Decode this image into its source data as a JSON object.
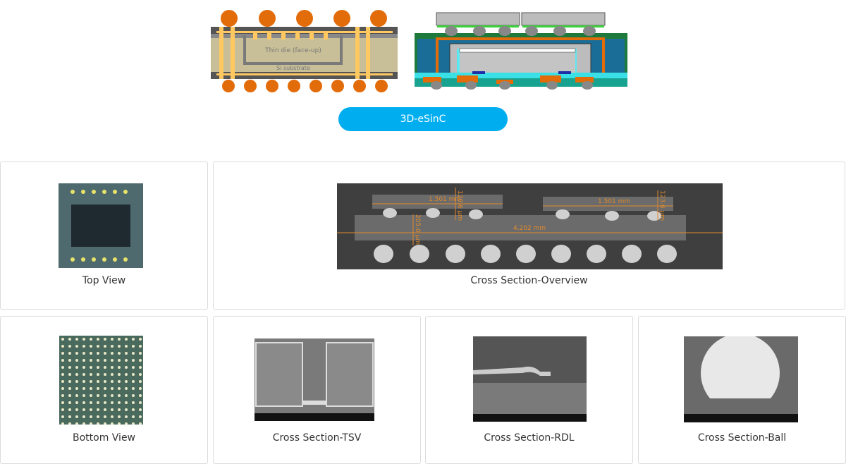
{
  "hero": {
    "diagram_left_labels": [
      "Thin die (face-up)",
      "Si substrate"
    ],
    "button_label": "3D-eSinC"
  },
  "gallery": [
    {
      "caption": "Top View"
    },
    {
      "caption": "Cross Section-Overview",
      "annotations": [
        "1.501 mm",
        "120.6 µm",
        "1.501 mm",
        "123.6 µm",
        "4.202 mm",
        "205.0 µm"
      ]
    },
    {
      "caption": "Bottom View"
    },
    {
      "caption": "Cross Section-TSV"
    },
    {
      "caption": "Cross Section-RDL"
    },
    {
      "caption": "Cross Section-Ball"
    }
  ],
  "colors": {
    "accent": "#00aeef",
    "card_border": "#dcdcdc",
    "solder": "#e36c0a"
  }
}
